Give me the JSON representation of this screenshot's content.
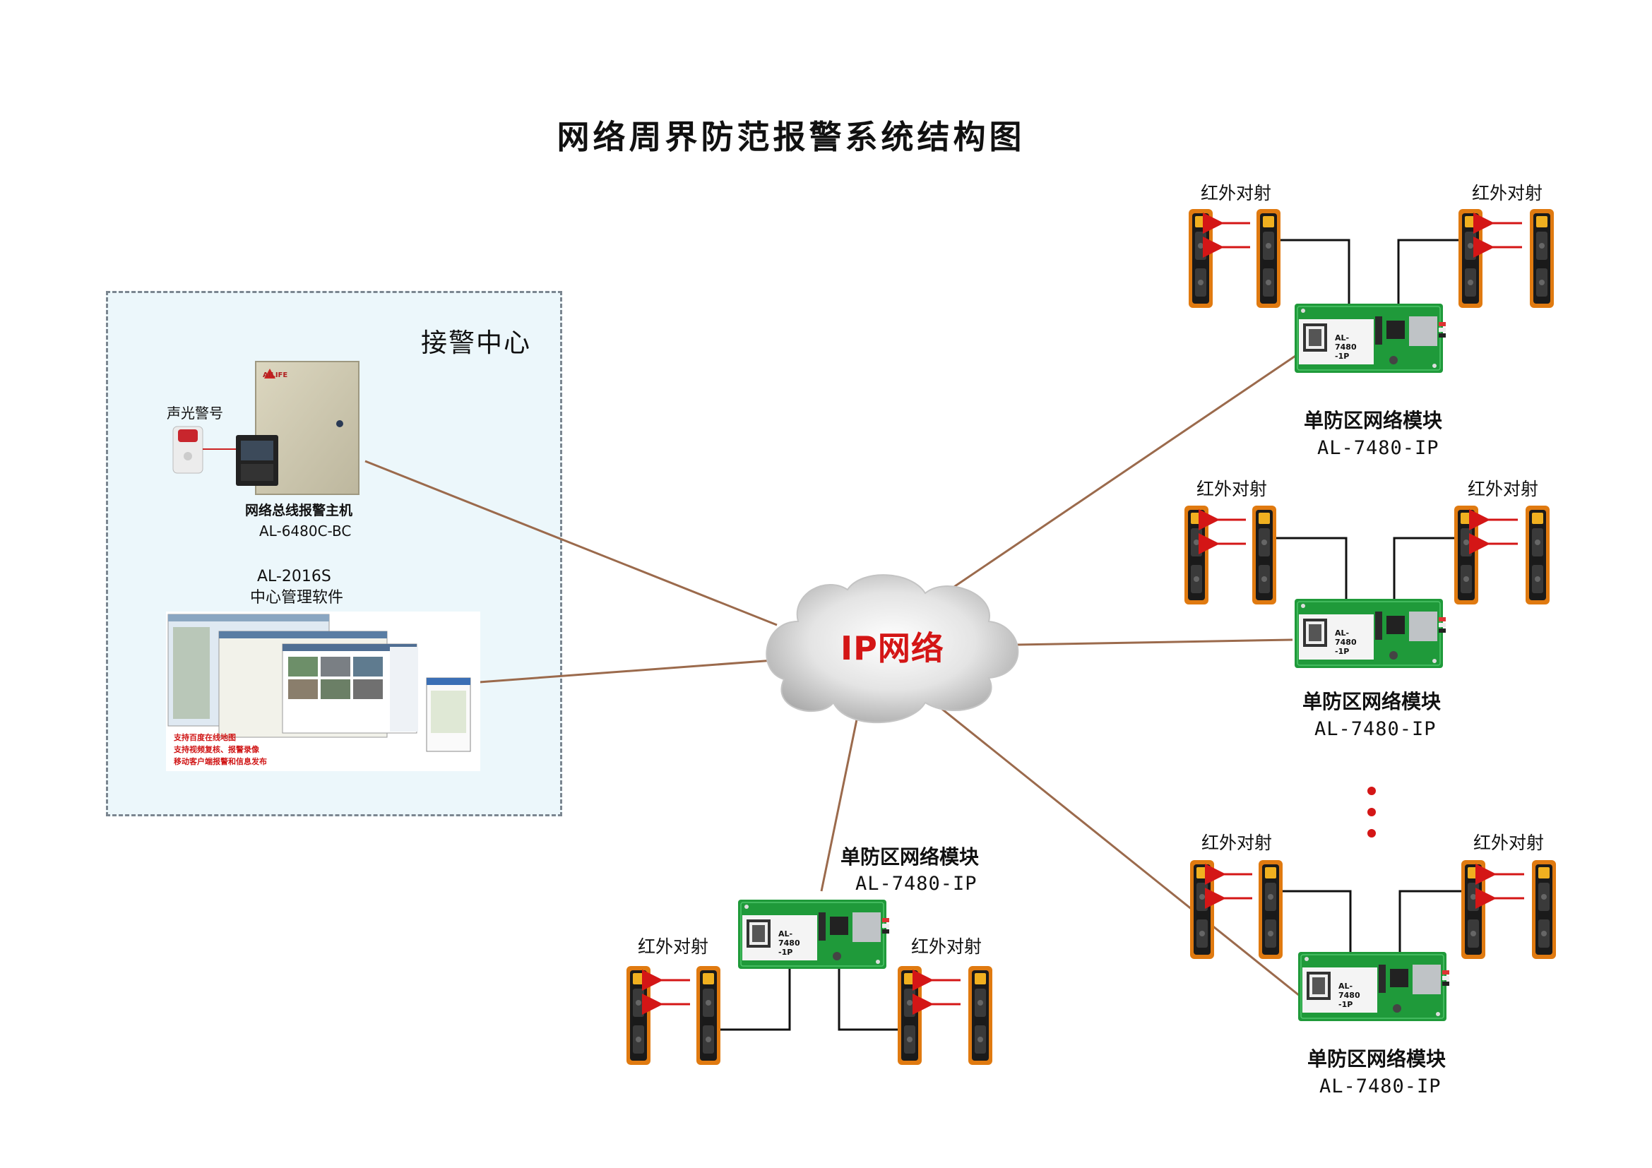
{
  "title": "网络周界防范报警系统结构图",
  "center": {
    "title": "接警中心",
    "siren_label": "声光警号",
    "host_name": "网络总线报警主机",
    "host_model": "AL-6480C-BC",
    "brand": "AILIFE",
    "software_model": "AL-2016S",
    "software_name": "中心管理软件",
    "features": [
      "支持百度在线地图",
      "支持视频复核、报警录像",
      "移动客户端报警和信息发布"
    ]
  },
  "network": {
    "label": "IP网络"
  },
  "modules": [
    {
      "name": "单防区网络模块",
      "model": "AL-7480-IP",
      "board_text": "AL-7480 -1P",
      "beam_left": "红外对射",
      "beam_right": "红外对射"
    },
    {
      "name": "单防区网络模块",
      "model": "AL-7480-IP",
      "board_text": "AL-7480 -1P",
      "beam_left": "红外对射",
      "beam_right": "红外对射"
    },
    {
      "name": "单防区网络模块",
      "model": "AL-7480-IP",
      "board_text": "AL-7480 -1P",
      "beam_left": "红外对射",
      "beam_right": "红外对射"
    },
    {
      "name": "单防区网络模块",
      "model": "AL-7480-IP",
      "board_text": "AL-7480 -1P",
      "beam_left": "红外对射",
      "beam_right": "红外对射"
    }
  ],
  "colors": {
    "link": "#9b6a4c",
    "accent_red": "#d41616",
    "board_green": "#1f9a3a",
    "detector_orange": "#e07a10"
  }
}
